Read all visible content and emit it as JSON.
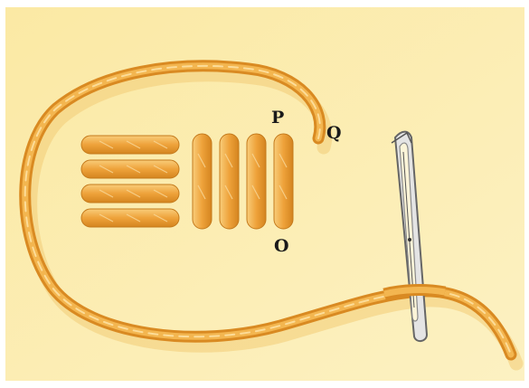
{
  "labels": {
    "p": "P",
    "q": "Q",
    "o": "O"
  },
  "colors": {
    "background": "#fbeeb0",
    "thread": "#efa43a",
    "thread_dark": "#c9781a",
    "thread_light": "#f8c873",
    "needle": "#dcdcdc",
    "needle_outline": "#6a6a6a"
  },
  "icons": {
    "needle": "sewing-needle-icon",
    "thread": "embroidery-thread"
  },
  "stitch_groups": {
    "horizontal_count": 4,
    "vertical_count": 4
  }
}
